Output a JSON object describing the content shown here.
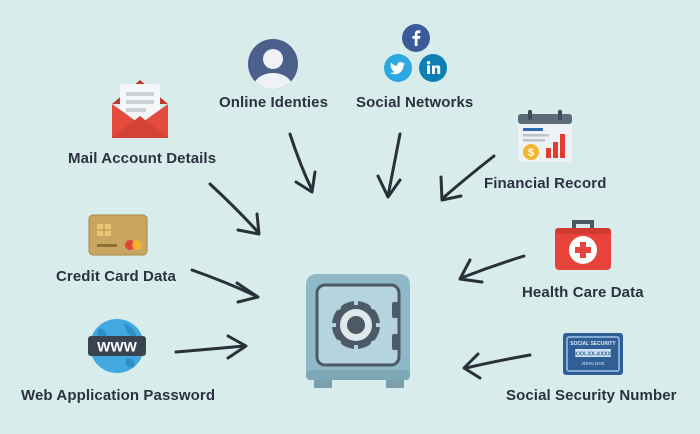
{
  "items": {
    "online": {
      "label": "Online Identies"
    },
    "social": {
      "label": "Social Networks"
    },
    "mail": {
      "label": "Mail Account Details"
    },
    "financial": {
      "label": "Financial Record"
    },
    "credit": {
      "label": "Credit Card Data"
    },
    "health": {
      "label": "Health Care Data"
    },
    "web": {
      "label": "Web Application Password"
    },
    "ssn": {
      "label": "Social Security Number"
    }
  },
  "icons": {
    "web_text": "WWW",
    "ssn_card": {
      "title": "SOCIAL SECURITY",
      "number": "XXX-XX-XXXX",
      "name": "JOHN DOE"
    }
  },
  "colors": {
    "background": "#d9ecec",
    "text": "#2b3140",
    "arrow": "#2a3038",
    "vault": "#8fb9c7",
    "mail_red": "#e54b3c",
    "health_red": "#e8433a",
    "facebook": "#3b5a9a",
    "twitter": "#2da7e0",
    "linkedin": "#0e7fb5"
  }
}
